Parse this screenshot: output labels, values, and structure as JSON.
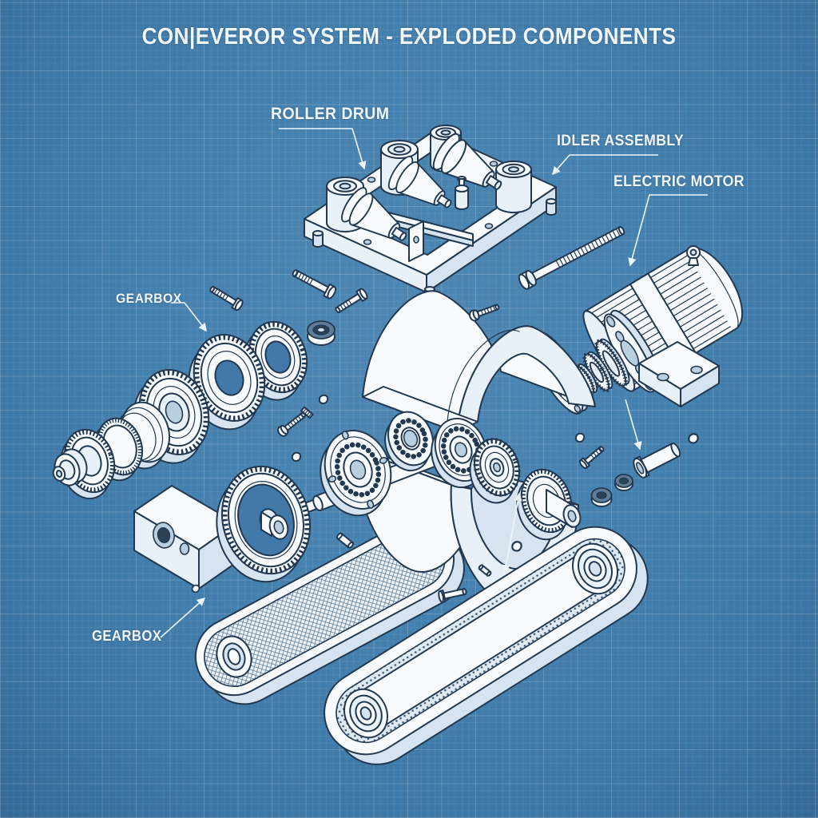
{
  "title": "CON|EVEROR SYSTEM - EXPLODED COMPONENTS",
  "labels": {
    "roller_drum": {
      "text": "ROLLER DRUM"
    },
    "idler_assembly": {
      "text": "IDLER ASSEMBLY"
    },
    "electric_motor": {
      "text": "ELECTRIC MOTOR"
    },
    "gearbox_upper": {
      "text": "GEARBOX"
    },
    "gearbox_lower": {
      "text": "GEARBOX"
    }
  },
  "style": {
    "background_blue": "#4480ae",
    "grid_line_color": "#ffffff",
    "ink_outline": "#223850",
    "part_fill": "#f7fbfe",
    "label_color": "#f1f6fa"
  },
  "diagram": {
    "kind": "blueprint exploded isometric technical illustration",
    "components": [
      "roller drum frame with upright and tapered rollers",
      "idler assembly",
      "electric motor with cooling fins, mounting base and eyebolt",
      "motor end-bell spoked flange",
      "knurled coupling discs",
      "cluster gear shaft",
      "spur gears",
      "ring gear with hub",
      "gearbox housing block",
      "upper bearing housing shell",
      "lower bearing housing shell",
      "drive shaft",
      "ball bearings",
      "sprocket with hub",
      "conveyor belt loop with hatched face",
      "conveyor belt loop with ribbed band",
      "hex bolts",
      "machine screws",
      "threaded stud",
      "washers",
      "shaft seal",
      "dowel pins"
    ]
  }
}
